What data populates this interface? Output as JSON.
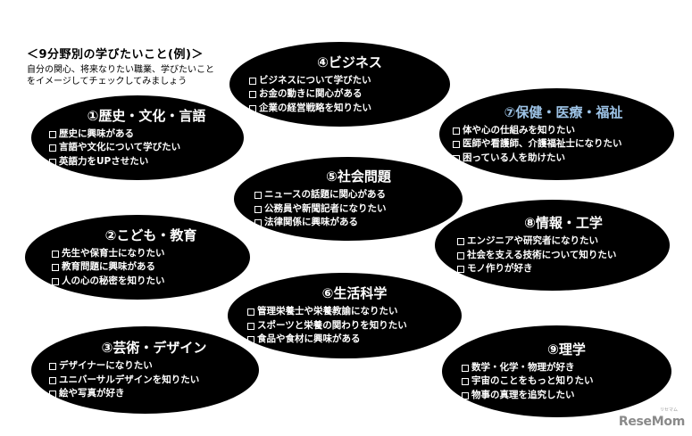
{
  "header": {
    "title": "＜9分野別の学びたいこと(例)＞",
    "desc_line1": "自分の関心、将来なりたい職業、学びたいこと",
    "desc_line2": "をイメージしてチェックしてみましょう"
  },
  "fields": {
    "history": {
      "title": "①歴史・文化・言語",
      "items": [
        "歴史に興味がある",
        "言語や文化について学びたい",
        "英語力をUPさせたい"
      ]
    },
    "child": {
      "title": "②こども・教育",
      "items": [
        "先生や保育士になりたい",
        "教育問題に興味がある",
        "人の心の秘密を知りたい"
      ]
    },
    "art": {
      "title": "③芸術・デザイン",
      "items": [
        "デザイナーになりたい",
        "ユニバーサルデザインを知りたい",
        "絵や写真が好き"
      ]
    },
    "business": {
      "title": "④ビジネス",
      "items": [
        "ビジネスについて学びたい",
        "お金の動きに関心がある",
        "企業の経営戦略を知りたい"
      ]
    },
    "social": {
      "title": "⑤社会問題",
      "items": [
        "ニュースの話題に関心がある",
        "公務員や新聞記者になりたい",
        "法律関係に興味がある"
      ]
    },
    "life": {
      "title": "⑥生活科学",
      "items": [
        "管理栄養士や栄養教諭になりたい",
        "スポーツと栄養の関わりを知りたい",
        "食品や食材に興味がある"
      ]
    },
    "health": {
      "title": "⑦保健・医療・福祉",
      "items": [
        "体や心の仕組みを知りたい",
        "医師や看護師、介護福祉士になりたい",
        "困っている人を助けたい"
      ]
    },
    "info": {
      "title": "⑧情報・工学",
      "items": [
        "エンジニアや研究者になりたい",
        "社会を支える技術について知りたい",
        "モノ作りが好き"
      ]
    },
    "science": {
      "title": "⑨理学",
      "items": [
        "数学・化学・物理が好き",
        "宇宙のことをもっと知りたい",
        "物事の真理を追究したい"
      ]
    }
  },
  "colors": {
    "oval": "#000000",
    "text": "#ffffff",
    "health_title": "#9dc3e6"
  },
  "logo": {
    "text": "ReseMom",
    "ruby": "リセマム"
  }
}
